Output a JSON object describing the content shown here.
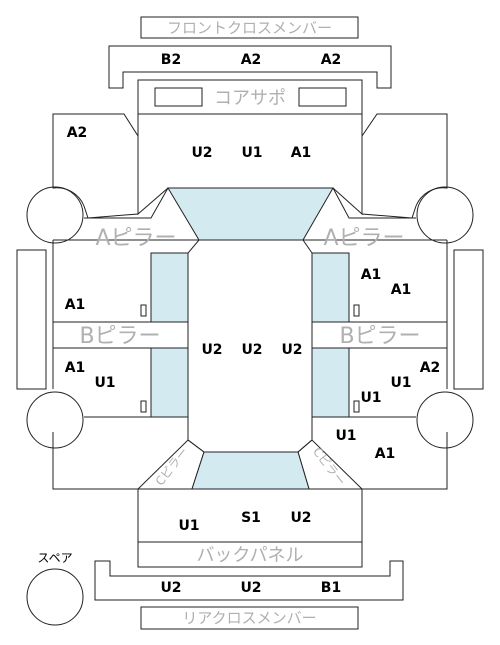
{
  "colors": {
    "outline": "#222222",
    "glass": "#d4eaf1",
    "label_gray": "#b0b0b0",
    "grade_text": "#000000"
  },
  "labels": {
    "front_cross_member": "フロントクロスメンバー",
    "core_support": "コアサポ",
    "a_pillar_left": "Aピラー",
    "a_pillar_right": "Aピラー",
    "b_pillar_left": "Bピラー",
    "b_pillar_right": "Bピラー",
    "c_pillar_left": "Cピラー",
    "c_pillar_right": "Cピラー",
    "back_panel": "バックパネル",
    "rear_cross_member": "リアクロスメンバー",
    "spare": "スペア"
  },
  "grades": {
    "front_cross_member": [
      "B2",
      "A2",
      "A2"
    ],
    "hood": [
      "U2",
      "U1",
      "A1"
    ],
    "front_fender_left": "A2",
    "front_door_left": "A1",
    "rear_door_left": [
      "A1",
      "U1"
    ],
    "front_door_right": [
      "A1",
      "A1"
    ],
    "rear_door_right": [
      "U1",
      "U1"
    ],
    "rear_fender_right": "A2",
    "roof": [
      "U2",
      "U2",
      "U2"
    ],
    "quarter_right": [
      "U1",
      "A1"
    ],
    "trunk": [
      "U1",
      "S1",
      "U2"
    ],
    "rear_cross_member": [
      "U2",
      "U2",
      "B1"
    ]
  }
}
